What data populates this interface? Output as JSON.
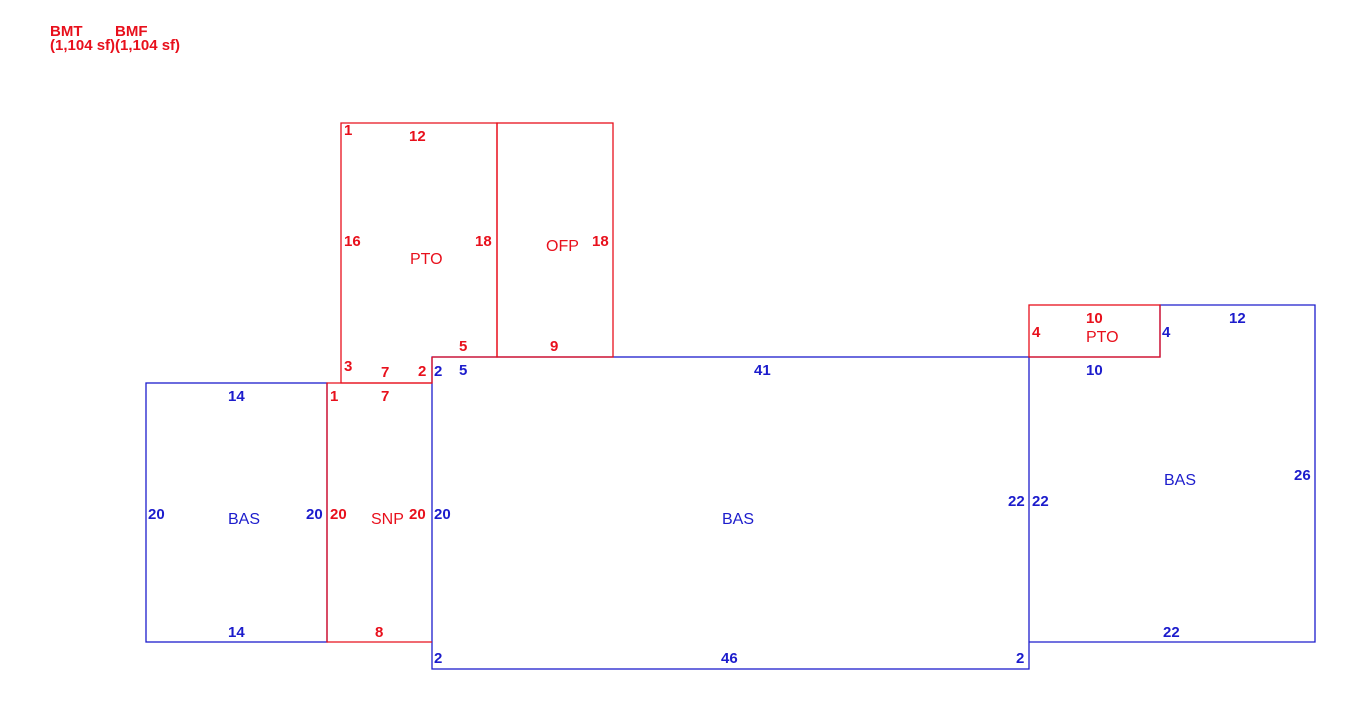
{
  "colors": {
    "red": "#e8101c",
    "blue": "#1c1ccc"
  },
  "legend": {
    "bmt_code": "BMT",
    "bmt_area": "(1,104 sf)",
    "bmf_code": "BMF",
    "bmf_area": "(1,104 sf)"
  },
  "areas": {
    "pto_top": "PTO",
    "ofp": "OFP",
    "bas_left": "BAS",
    "snp": "SNP",
    "bas_main": "BAS",
    "bas_right": "BAS",
    "pto_right": "PTO"
  },
  "dims": {
    "pto_top_n": "12",
    "pto_top_w": "16",
    "pto_top_e": "18",
    "pto_top_corner": "1",
    "pto_top_step_v": "3",
    "pto_top_step_h": "7",
    "pto_top_step_v2": "2",
    "pto_top_s": "5",
    "ofp_e": "18",
    "ofp_s": "9",
    "bas_left_n": "14",
    "bas_left_w": "20",
    "bas_left_e": "20",
    "bas_left_s": "14",
    "snp_corner": "1",
    "snp_n": "7",
    "snp_w": "20",
    "snp_e": "20",
    "snp_s": "8",
    "bas_main_nw": "2",
    "bas_main_n5": "5",
    "bas_main_n": "41",
    "bas_main_w": "20",
    "bas_main_e": "22",
    "bas_main_sw": "2",
    "bas_main_s": "46",
    "bas_main_se": "2",
    "pto_right_w": "4",
    "pto_right_n": "10",
    "bas_right_n_step": "4",
    "bas_right_n": "12",
    "bas_right_ni": "10",
    "bas_right_w": "22",
    "bas_right_e": "26",
    "bas_right_s": "22"
  }
}
